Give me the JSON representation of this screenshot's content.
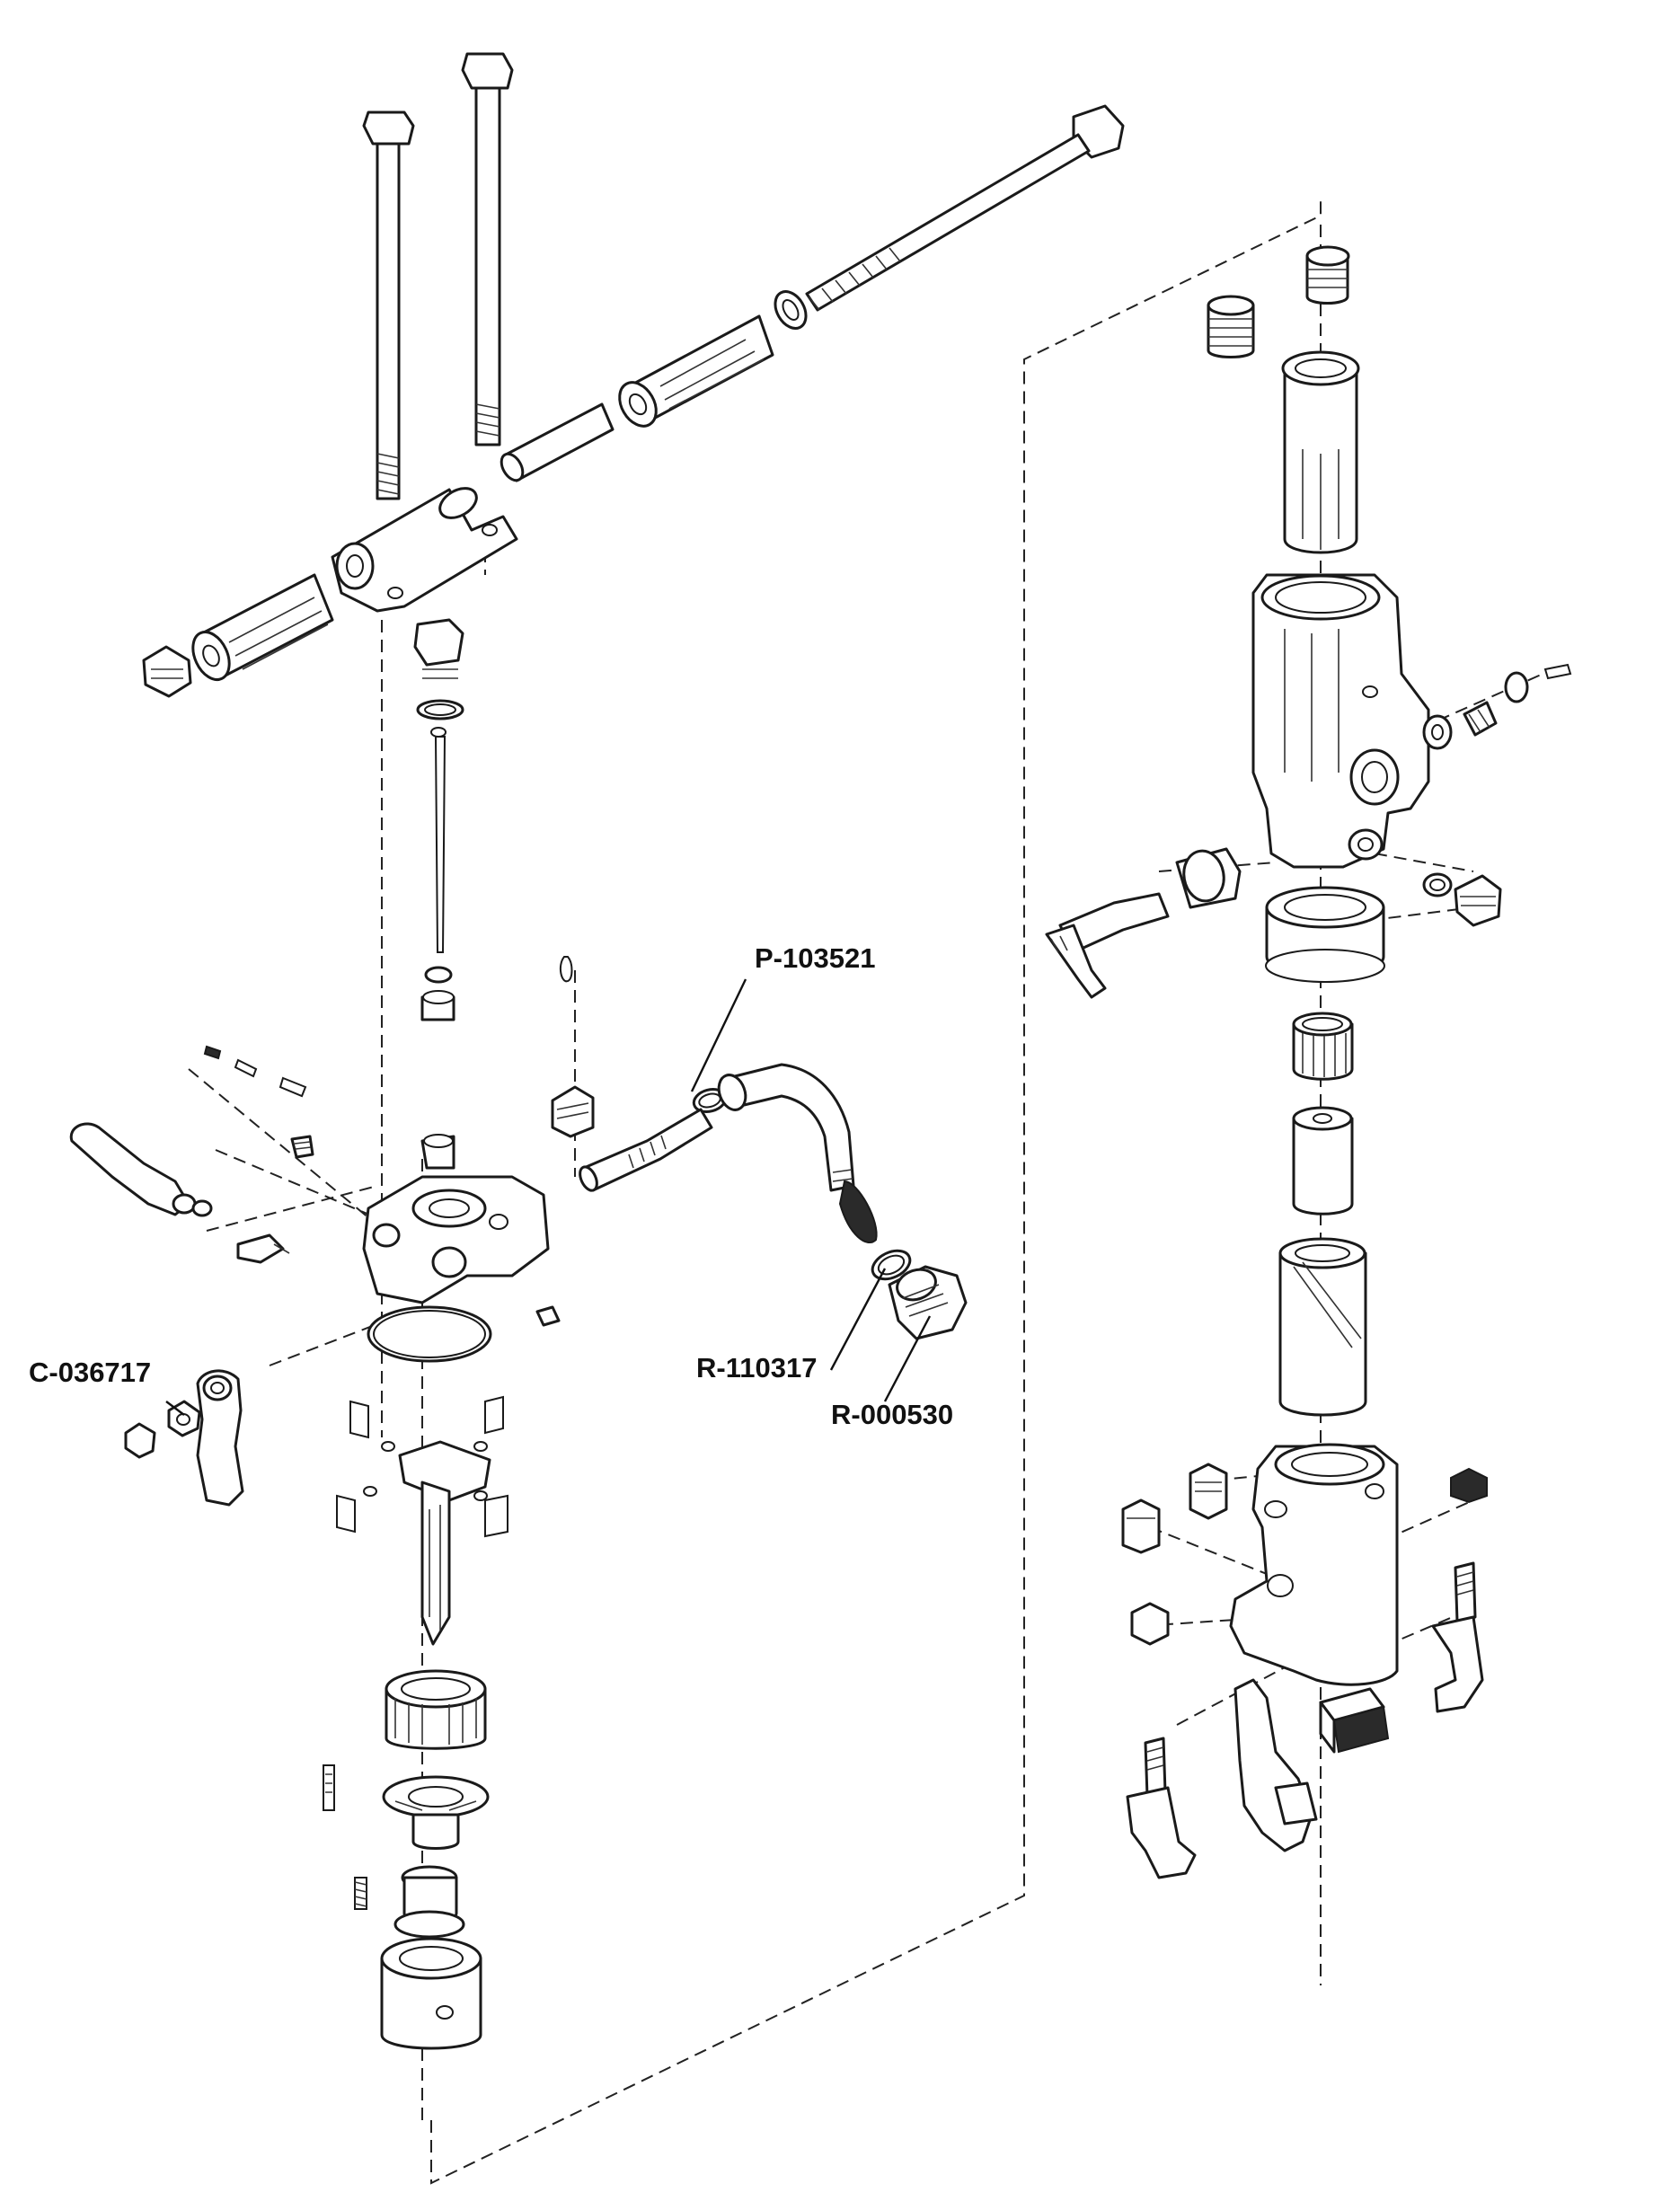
{
  "diagram": {
    "title": "",
    "callouts": [
      {
        "id": "p103521",
        "label": "P-103521"
      },
      {
        "id": "r110317",
        "label": "R-110317"
      },
      {
        "id": "r000530",
        "label": "R-000530"
      },
      {
        "id": "c036717",
        "label": "C-036717"
      }
    ]
  },
  "colors": {
    "line": "#1a1a1a",
    "background": "#ffffff",
    "label": "#111111"
  }
}
